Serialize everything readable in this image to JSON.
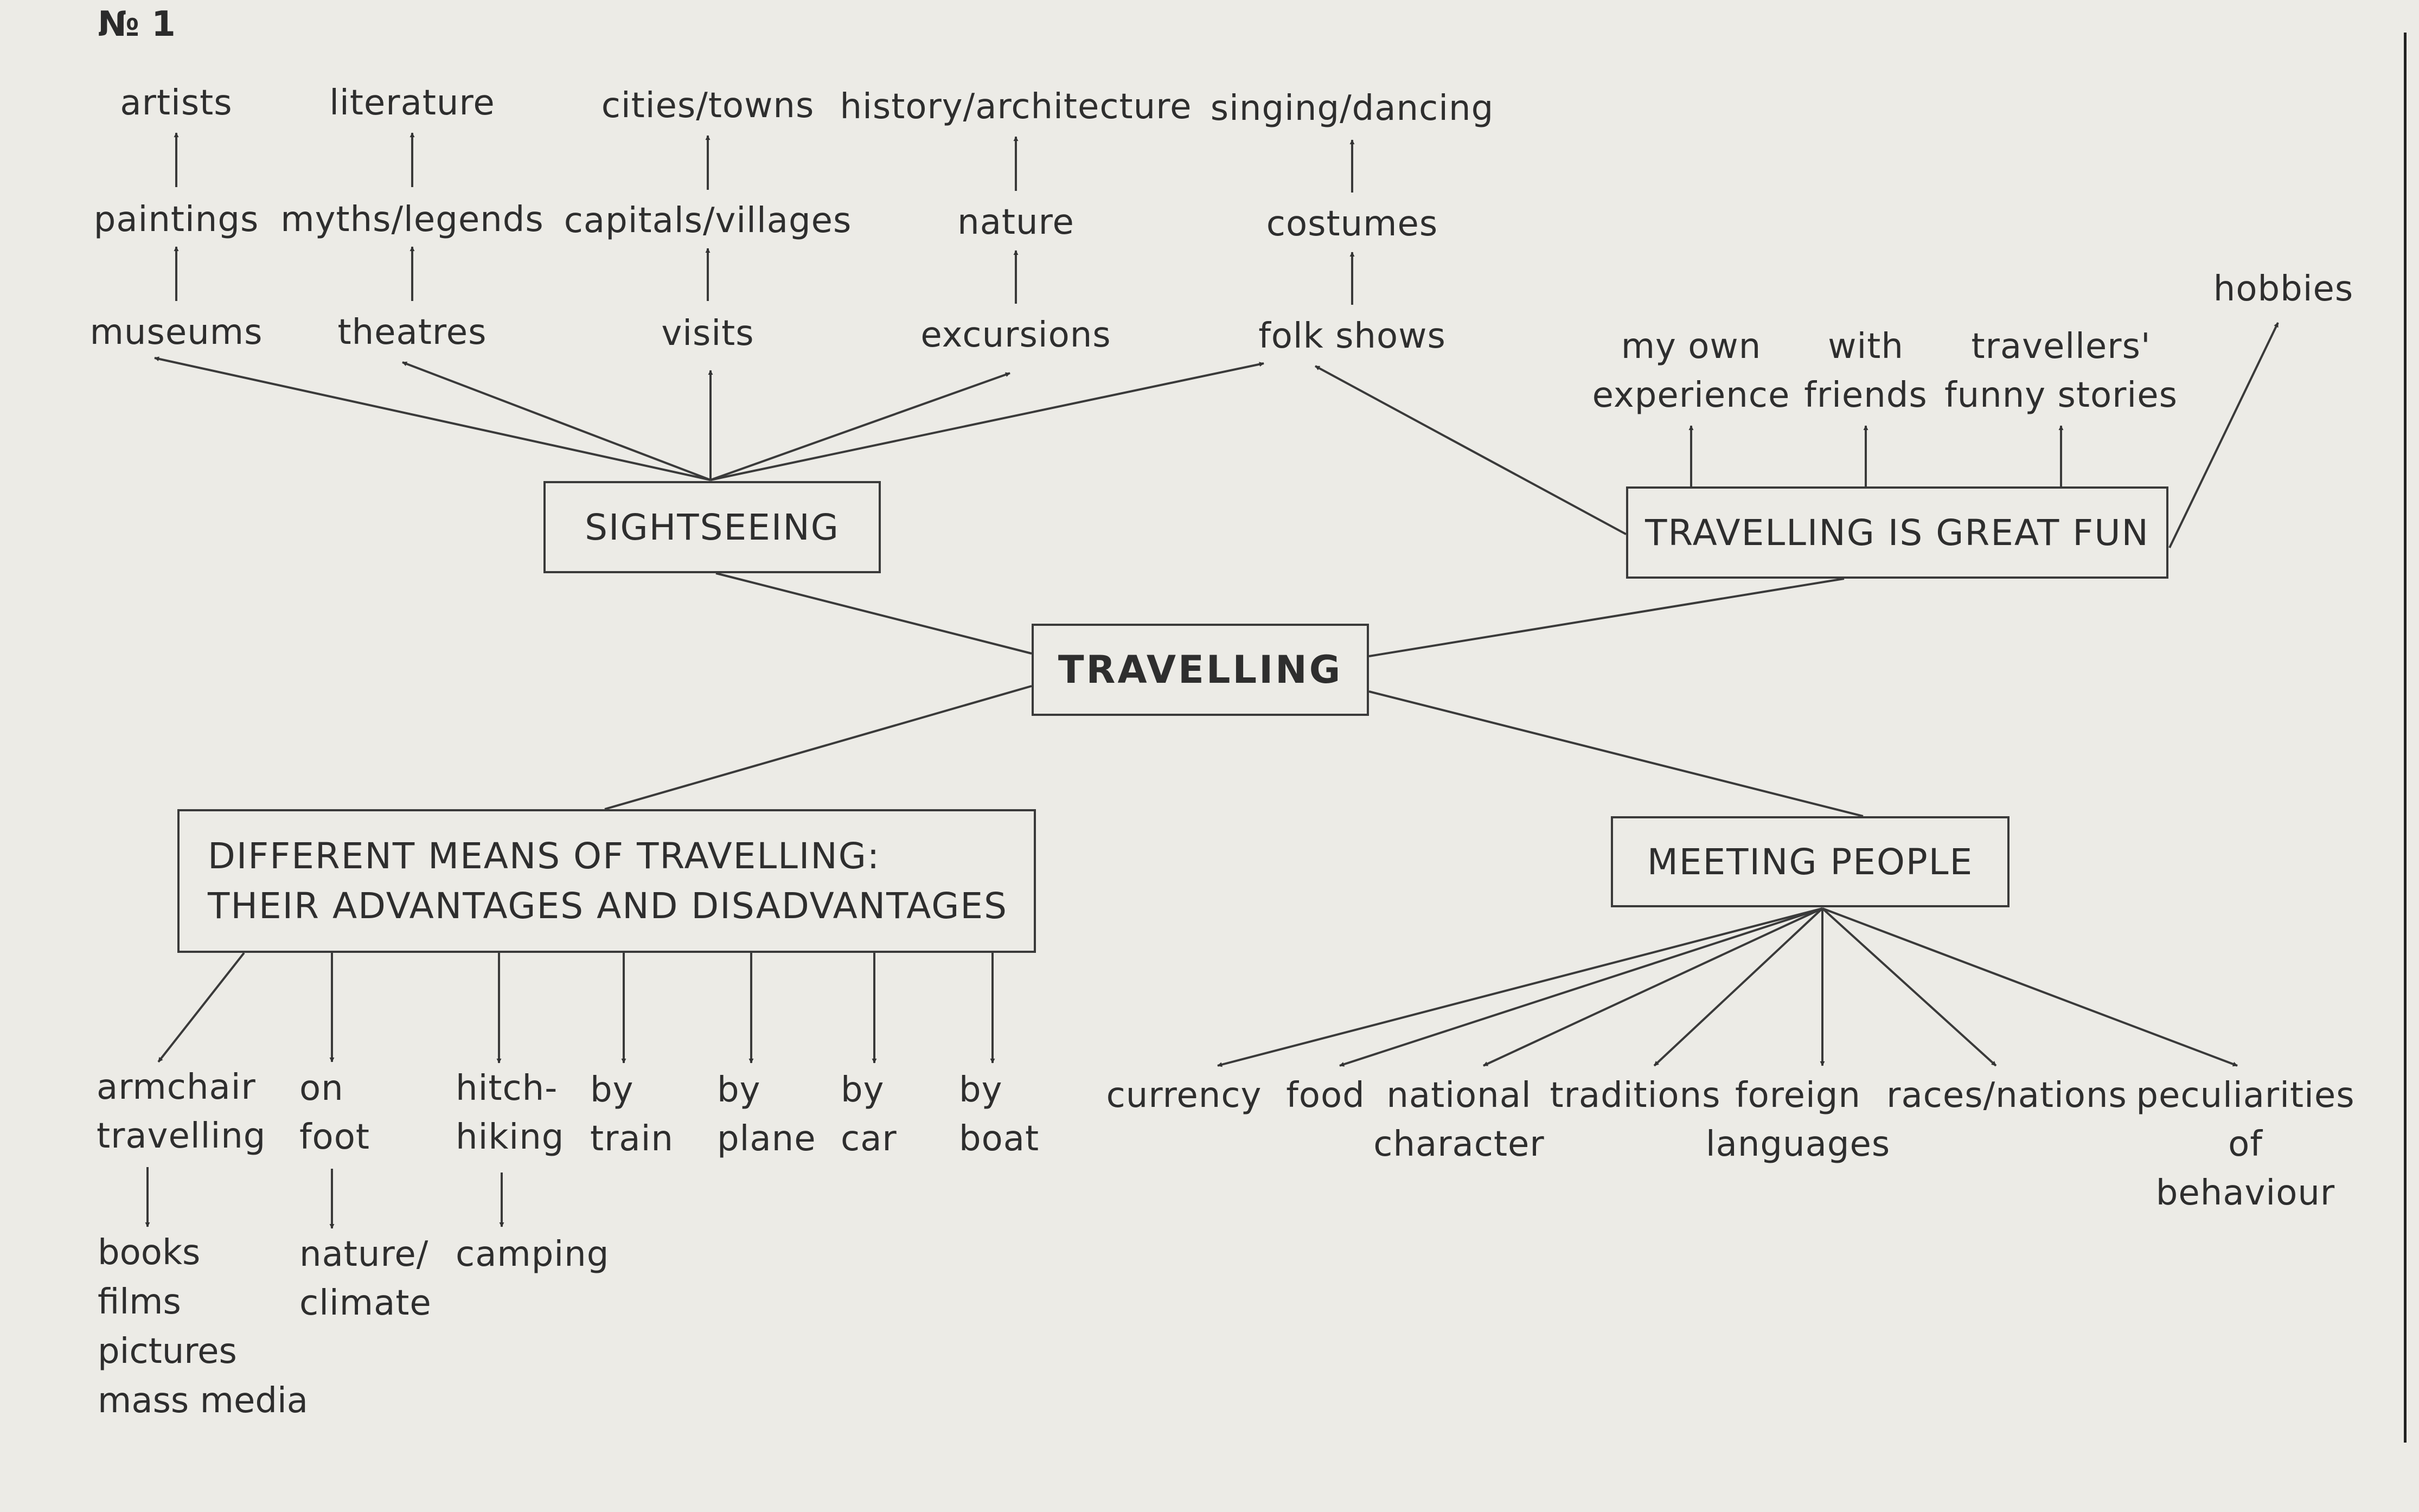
{
  "page_label": "№ 1",
  "center": "TRAVELLING",
  "sightseeing": {
    "title": "SIGHTSEEING",
    "col1": [
      "museums",
      "paintings",
      "artists"
    ],
    "col2": [
      "theatres",
      "myths/legends",
      "literature"
    ],
    "col3": [
      "visits",
      "capitals/villages",
      "cities/towns"
    ],
    "col4": [
      "excursions",
      "nature",
      "history/architecture"
    ],
    "col5": [
      "folk shows",
      "costumes",
      "singing/dancing"
    ]
  },
  "fun": {
    "title": "TRAVELLING IS GREAT FUN",
    "items": [
      "my own\nexperience",
      "with\nfriends",
      "travellers'\nfunny stories"
    ],
    "hobbies": "hobbies"
  },
  "means": {
    "title_line1": "DIFFERENT MEANS OF TRAVELLING:",
    "title_line2": "THEIR ADVANTAGES AND DISADVANTAGES",
    "armchair": "armchair\ntravelling",
    "armchair_sub": [
      "books",
      "films",
      "pictures",
      "mass media"
    ],
    "foot": "on\nfoot",
    "foot_sub": "nature/\nclimate",
    "hitch": "hitch-\nhiking",
    "hitch_sub": "camping",
    "train": "by\ntrain",
    "plane": "by\nplane",
    "car": "by\ncar",
    "boat": "by\nboat"
  },
  "people": {
    "title": "MEETING PEOPLE",
    "items": [
      "currency",
      "food",
      "national\ncharacter",
      "traditions",
      "foreign\nlanguages",
      "races/nations",
      "peculiarities\nof behaviour"
    ]
  }
}
